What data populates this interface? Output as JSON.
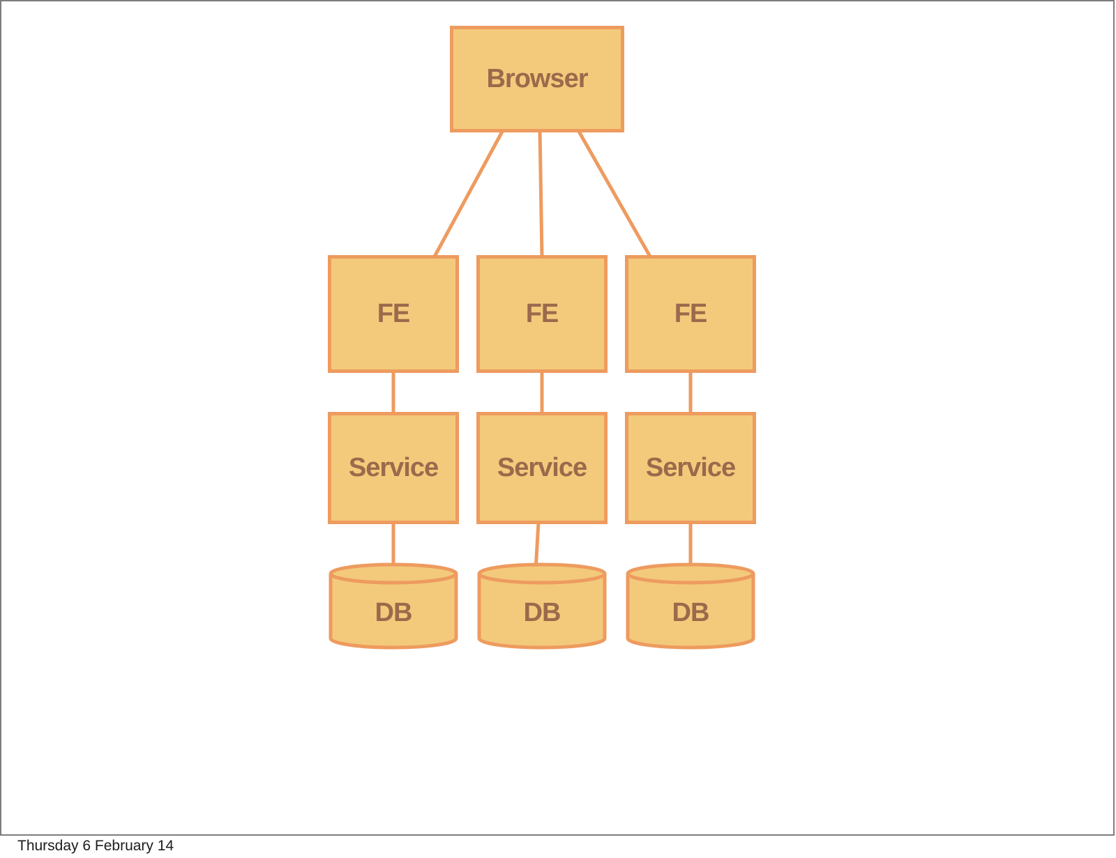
{
  "slide": {
    "background": "#ffffff",
    "frame_color": "#7d7d7d"
  },
  "diagram": {
    "browser": {
      "label": "Browser"
    },
    "columns": [
      {
        "fe": "FE",
        "service": "Service",
        "db": "DB"
      },
      {
        "fe": "FE",
        "service": "Service",
        "db": "DB"
      },
      {
        "fe": "FE",
        "service": "Service",
        "db": "DB"
      }
    ],
    "colors": {
      "node_fill": "#F3CA7B",
      "node_stroke": "#EE9B5F",
      "label_text": "#9B694B"
    }
  },
  "footer": {
    "date": "Thursday 6 February 14"
  }
}
